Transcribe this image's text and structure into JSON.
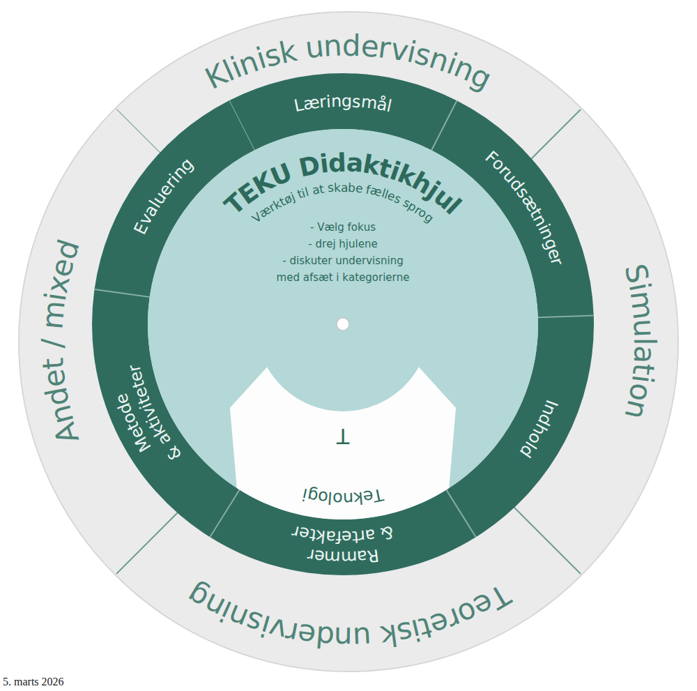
{
  "diagram": {
    "nodes": [
      {
        "text": [
          "Klinisk undervisning"
        ]
      },
      {
        "text": [
          "Simulation"
        ]
      },
      {
        "text": [
          "Teoretisk undervisning"
        ]
      },
      {
        "text": [
          "Andet / mixed"
        ]
      },
      {
        "text": [
          "Læringsmål"
        ]
      },
      {
        "text": [
          "Forudsætninger"
        ]
      },
      {
        "text": [
          "Indhold"
        ]
      },
      {
        "text": [
          "Rammer & artefakter"
        ]
      },
      {
        "text": [
          "Metode & aktiviteter"
        ]
      },
      {
        "text": [
          "Evaluering"
        ]
      },
      {
        "text": [
          "TEKU Didaktikhjul",
          "Værktøj til at skabe fælles sprog",
          "- Vælg fokus - drej hjulene - diskuter undervisning med afsæt i kategorierne"
        ]
      },
      {
        "text": [
          "T",
          "Teknologi"
        ]
      }
    ],
    "labels": [
      "5. marts 2026"
    ]
  }
}
